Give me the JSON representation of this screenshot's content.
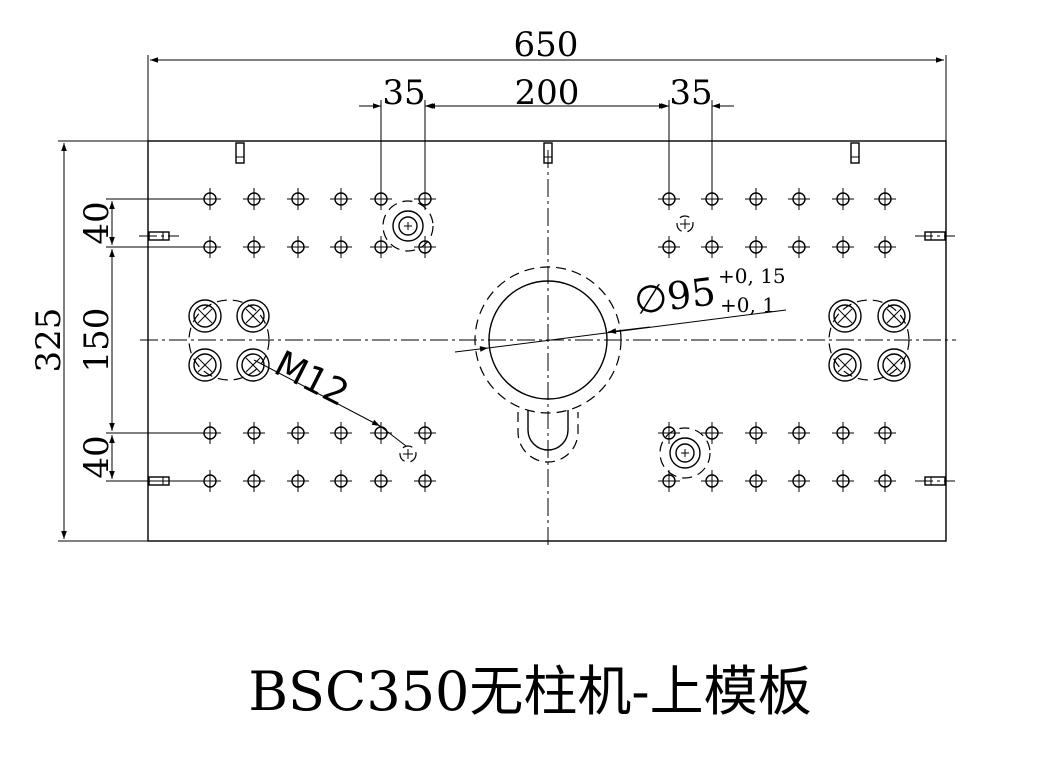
{
  "title": "BSC350无柱机-上模板",
  "dimensions": {
    "overall_width": "650",
    "overall_height": "325",
    "left_pitch": "35",
    "center_span": "200",
    "right_pitch": "35",
    "row_gap_top": "40",
    "center_gap": "150",
    "row_gap_bottom": "40"
  },
  "center_bore": {
    "symbol": "∅95",
    "upper_tolerance": "+0, 15",
    "lower_tolerance": "+0, 1"
  },
  "thread_callout": "M12",
  "colors": {
    "line": "#000000",
    "background": "#ffffff"
  }
}
